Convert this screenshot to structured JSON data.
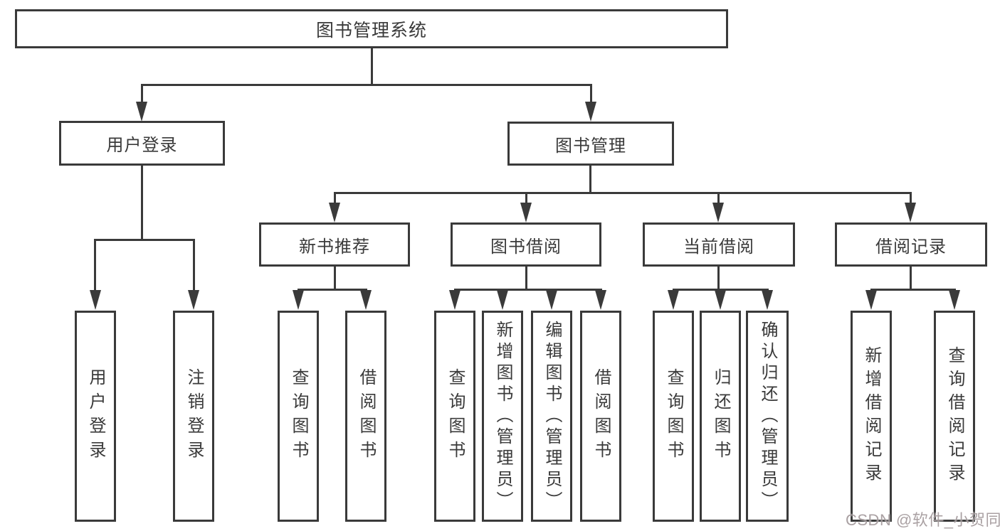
{
  "colors": {
    "line": "#3a3a3a",
    "text": "#3a3a3a",
    "background": "#ffffff",
    "watermark": "#9e9496"
  },
  "watermark": {
    "text": "CSDN @软件_小贺同学"
  },
  "tree": {
    "root": {
      "label": "图书管理系统",
      "children": [
        {
          "label": "用户登录",
          "children": [
            {
              "label": "用户登录"
            },
            {
              "label": "注销登录"
            }
          ]
        },
        {
          "label": "图书管理",
          "children": [
            {
              "label": "新书推荐",
              "children": [
                {
                  "label": "查询图书"
                },
                {
                  "label": "借阅图书"
                }
              ]
            },
            {
              "label": "图书借阅",
              "children": [
                {
                  "label": "查询图书"
                },
                {
                  "label": "新增图书（管理员）"
                },
                {
                  "label": "编辑图书（管理员）"
                },
                {
                  "label": "借阅图书"
                }
              ]
            },
            {
              "label": "当前借阅",
              "children": [
                {
                  "label": "查询图书"
                },
                {
                  "label": "归还图书"
                },
                {
                  "label": "确认归还（管理员）"
                }
              ]
            },
            {
              "label": "借阅记录",
              "children": [
                {
                  "label": "新增借阅记录"
                },
                {
                  "label": "查询借阅记录"
                }
              ]
            }
          ]
        }
      ]
    }
  }
}
